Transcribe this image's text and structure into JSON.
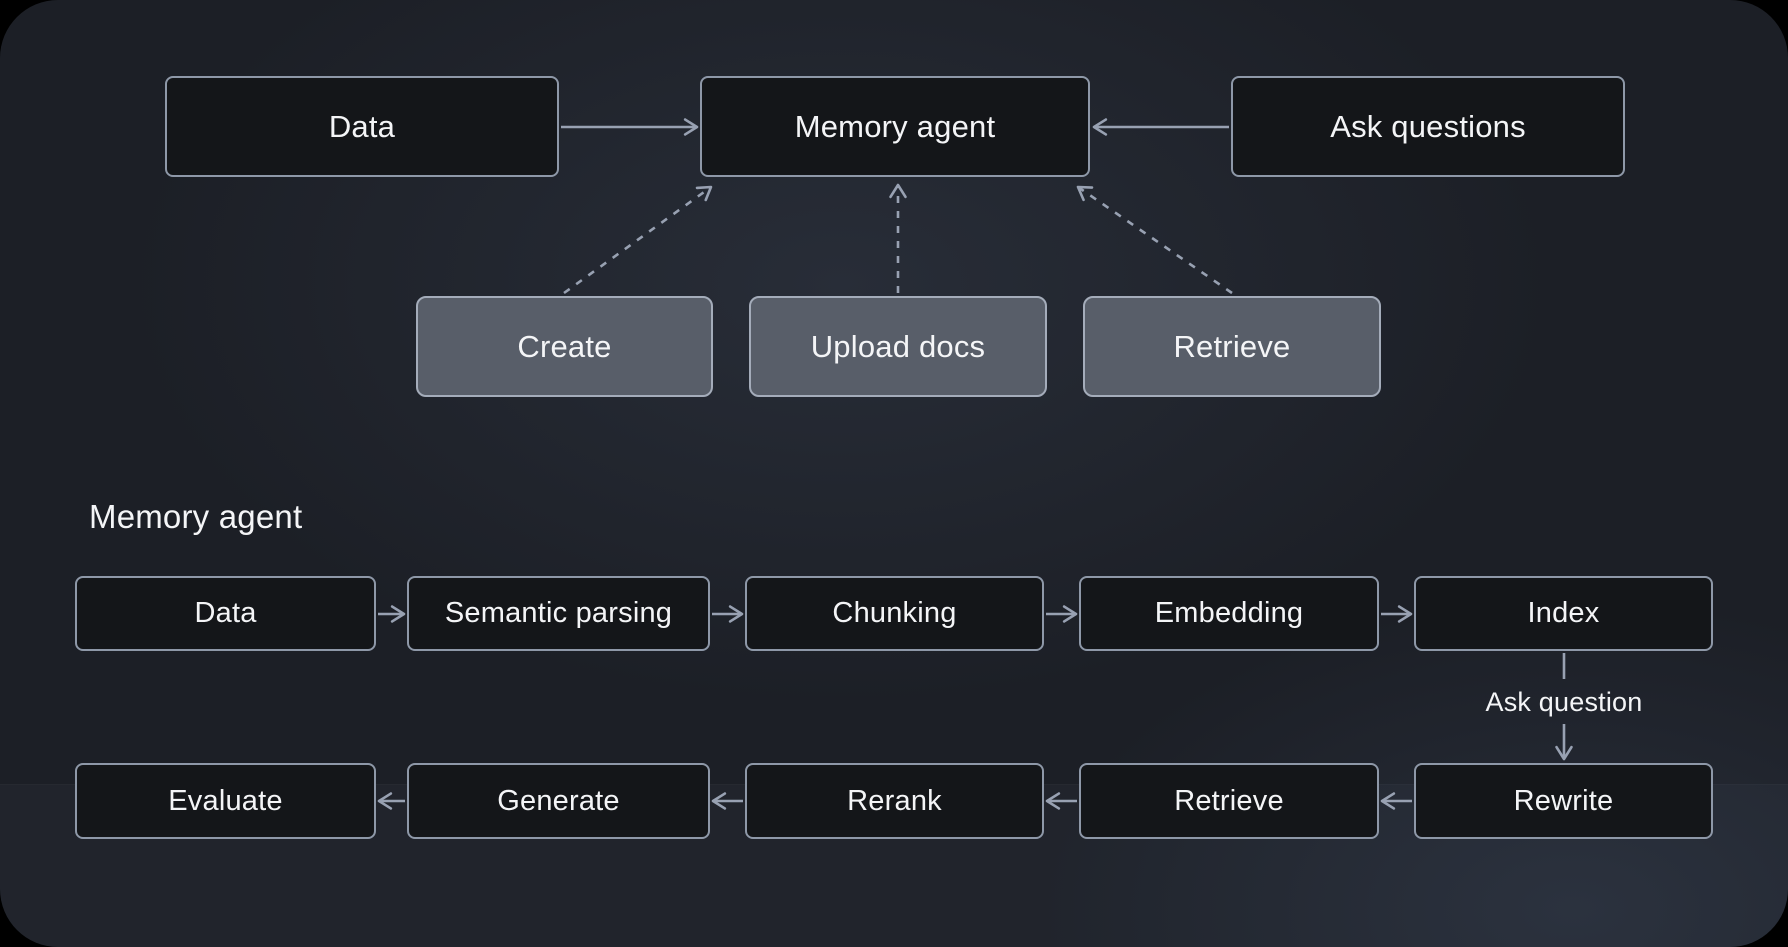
{
  "diagram": {
    "overview": {
      "nodes": {
        "data": "Data",
        "memory_agent": "Memory agent",
        "ask_questions": "Ask questions",
        "create": "Create",
        "upload_docs": "Upload docs",
        "retrieve": "Retrieve"
      },
      "edges": [
        {
          "from": "Data",
          "to": "Memory agent",
          "style": "solid"
        },
        {
          "from": "Ask questions",
          "to": "Memory agent",
          "style": "solid"
        },
        {
          "from": "Create",
          "to": "Memory agent",
          "style": "dashed"
        },
        {
          "from": "Upload docs",
          "to": "Memory agent",
          "style": "dashed"
        },
        {
          "from": "Retrieve",
          "to": "Memory agent",
          "style": "dashed"
        }
      ]
    },
    "pipeline": {
      "section_title": "Memory agent",
      "row1": [
        "Data",
        "Semantic parsing",
        "Chunking",
        "Embedding",
        "Index"
      ],
      "row2": [
        "Evaluate",
        "Generate",
        "Rerank",
        "Retrieve",
        "Rewrite"
      ],
      "branch_label": "Ask question",
      "edges": [
        {
          "from": "Data",
          "to": "Semantic parsing",
          "style": "solid"
        },
        {
          "from": "Semantic parsing",
          "to": "Chunking",
          "style": "solid"
        },
        {
          "from": "Chunking",
          "to": "Embedding",
          "style": "solid"
        },
        {
          "from": "Embedding",
          "to": "Index",
          "style": "solid"
        },
        {
          "from": "Index",
          "to": "Rewrite",
          "style": "solid",
          "label": "Ask question"
        },
        {
          "from": "Rewrite",
          "to": "Retrieve",
          "style": "solid"
        },
        {
          "from": "Retrieve",
          "to": "Rerank",
          "style": "solid"
        },
        {
          "from": "Rerank",
          "to": "Generate",
          "style": "solid"
        },
        {
          "from": "Generate",
          "to": "Evaluate",
          "style": "solid"
        }
      ]
    }
  },
  "colors": {
    "canvas_bg": "#1C1F26",
    "node_dark_fill": "#141619",
    "node_dark_border": "#8E98A8",
    "node_gray_fill": "#585E69",
    "node_gray_border": "#A4ACBA",
    "connector": "#98A1B2",
    "text": "#F4F5F7"
  }
}
